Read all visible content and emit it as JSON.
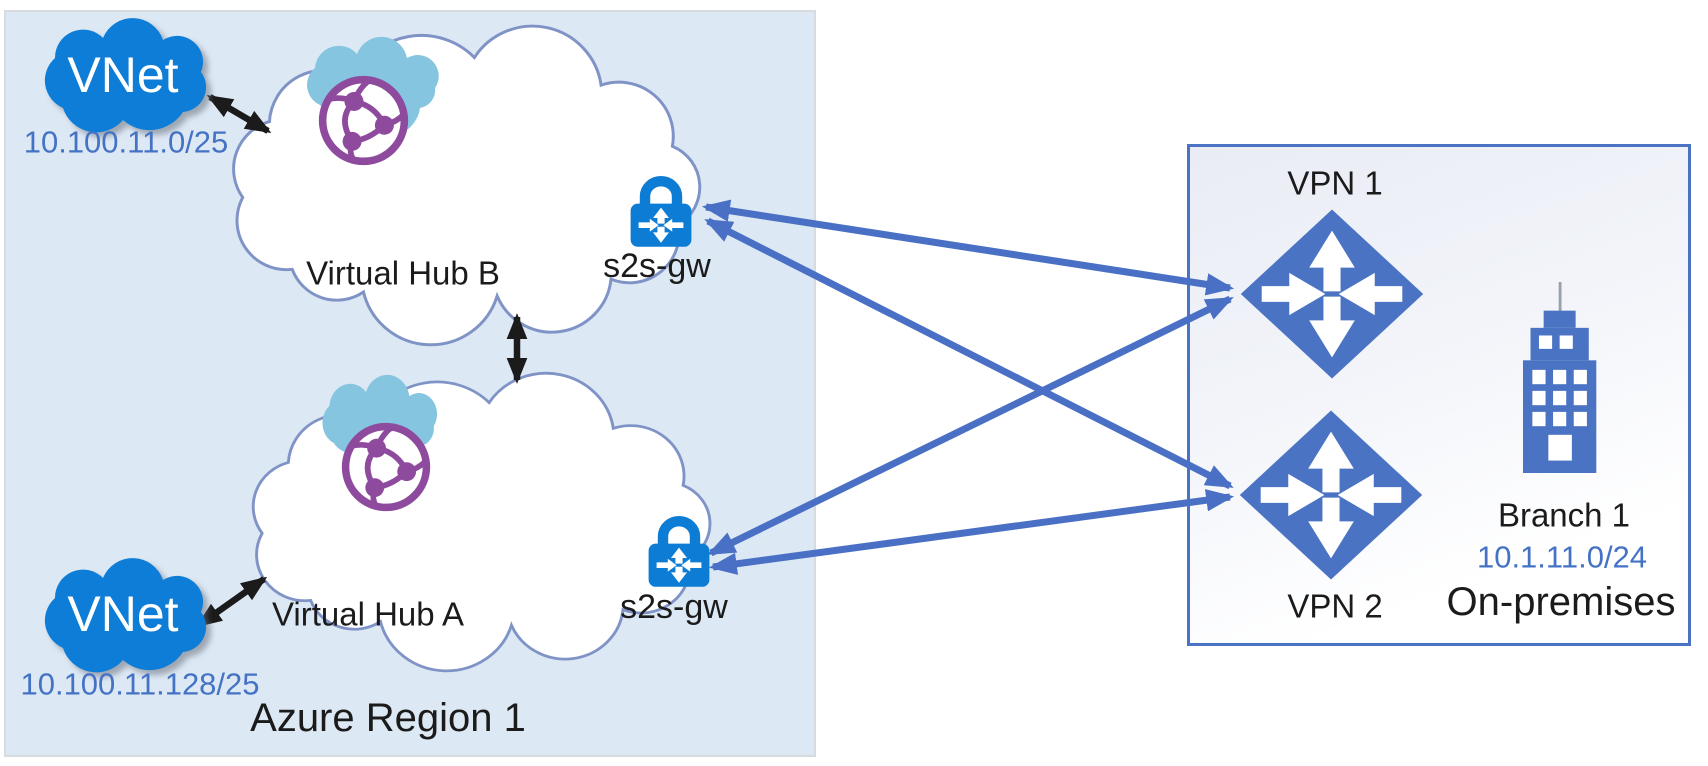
{
  "azure_region": {
    "label": "Azure Region 1",
    "vnets": [
      {
        "label": "VNet",
        "cidr": "10.100.11.0/25"
      },
      {
        "label": "VNet",
        "cidr": "10.100.11.128/25"
      }
    ],
    "hubs": [
      {
        "label": "Virtual Hub B",
        "gateway": "s2s-gw"
      },
      {
        "label": "Virtual Hub A",
        "gateway": "s2s-gw"
      }
    ]
  },
  "on_premises": {
    "label": "On-premises",
    "vpn_devices": [
      {
        "label": "VPN 1"
      },
      {
        "label": "VPN 2"
      }
    ],
    "branch": {
      "label": "Branch 1",
      "cidr": "10.1.11.0/24"
    }
  },
  "connections": {
    "vpn_tunnels": [
      {
        "from": "Virtual Hub B s2s-gw",
        "to": "VPN 1"
      },
      {
        "from": "Virtual Hub B s2s-gw",
        "to": "VPN 2"
      },
      {
        "from": "Virtual Hub A s2s-gw",
        "to": "VPN 1"
      },
      {
        "from": "Virtual Hub A s2s-gw",
        "to": "VPN 2"
      }
    ],
    "peerings": [
      {
        "from": "VNet 10.100.11.0/25",
        "to": "Virtual Hub B"
      },
      {
        "from": "Virtual Hub B",
        "to": "Virtual Hub A"
      },
      {
        "from": "VNet 10.100.11.128/25",
        "to": "Virtual Hub A"
      }
    ]
  },
  "colors": {
    "region_fill": "#dde8f5",
    "vnet_cloud_blue": "#0d7dd7",
    "hub_cloud_border": "#8093c6",
    "wan_mini_cloud": "#85c5e0",
    "globe_purple": "#8e4b9e",
    "gateway_lock_blue": "#0c7cd5",
    "device_blue": "#4a73c4",
    "tunnel_arrow_blue": "#4a70c6",
    "cidr_text_blue": "#4472c4",
    "peering_arrow_black": "#1b1b1b"
  }
}
